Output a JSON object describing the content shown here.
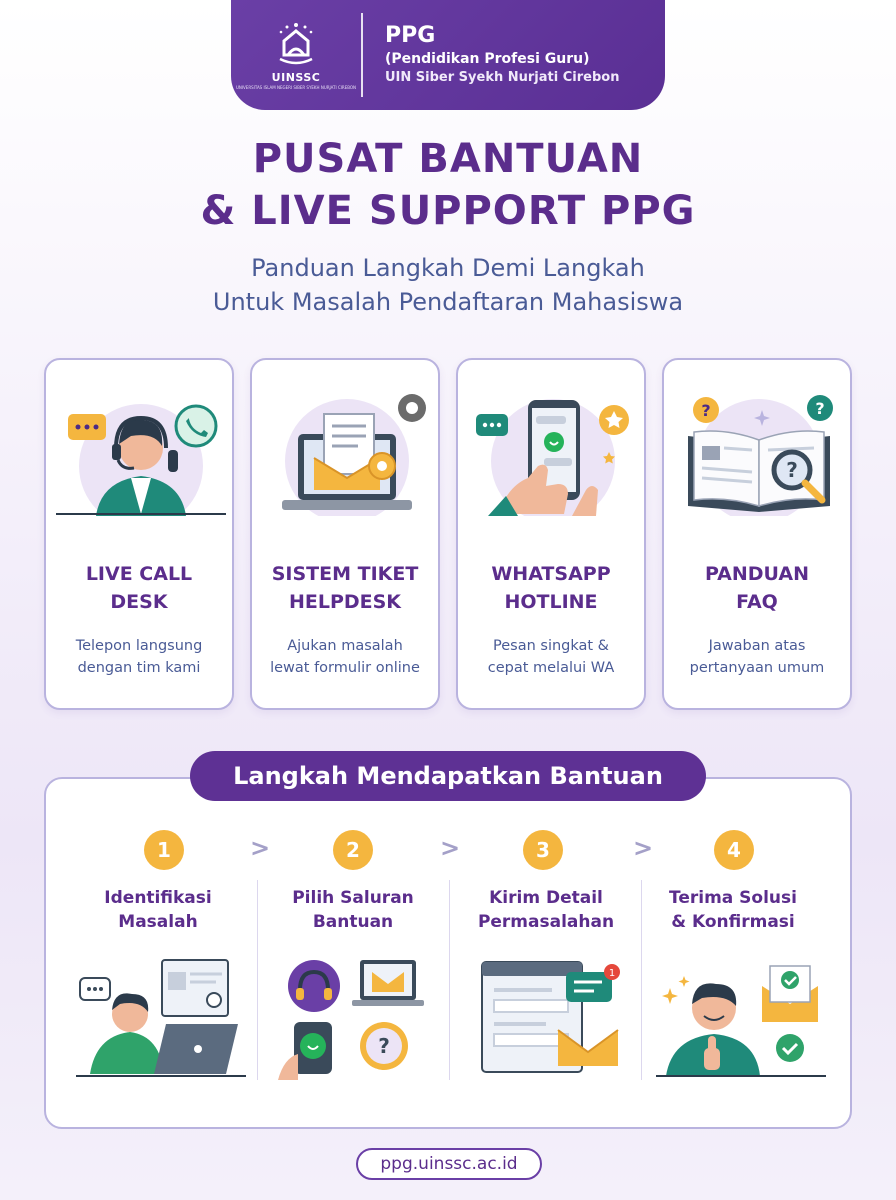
{
  "header": {
    "logo_text": "UINSSC",
    "logo_subtext": "UNIVERSITAS ISLAM NEGERI SIBER SYEKH NURJATI CIREBON",
    "program": "PPG",
    "program_full": "(Pendidikan Profesi Guru)",
    "institution": "UIN Siber Syekh Nurjati Cirebon"
  },
  "title": {
    "line1": "PUSAT BANTUAN",
    "line2": "& LIVE SUPPORT PPG"
  },
  "subtitle": {
    "line1": "Panduan Langkah Demi Langkah",
    "line2": "Untuk Masalah Pendaftaran Mahasiswa"
  },
  "cards": [
    {
      "title1": "LIVE CALL",
      "title2": "DESK",
      "desc1": "Telepon langsung",
      "desc2": "dengan tim kami",
      "icon": "headset-agent-icon"
    },
    {
      "title1": "SISTEM TIKET",
      "title2": "HELPDESK",
      "desc1": "Ajukan masalah",
      "desc2": "lewat formulir online",
      "icon": "laptop-ticket-icon"
    },
    {
      "title1": "WHATSAPP",
      "title2": "HOTLINE",
      "desc1": "Pesan singkat &",
      "desc2": "cepat melalui WA",
      "icon": "whatsapp-phone-icon"
    },
    {
      "title1": "PANDUAN",
      "title2": "FAQ",
      "desc1": "Jawaban atas",
      "desc2": "pertanyaan umum",
      "icon": "faq-book-icon"
    }
  ],
  "steps_heading": "Langkah Mendapatkan Bantuan",
  "steps": [
    {
      "num": "1",
      "title1": "Identifikasi",
      "title2": "Masalah"
    },
    {
      "num": "2",
      "title1": "Pilih Saluran",
      "title2": "Bantuan"
    },
    {
      "num": "3",
      "title1": "Kirim Detail",
      "title2": "Permasalahan"
    },
    {
      "num": "4",
      "title1": "Terima Solusi",
      "title2": "& Konfirmasi"
    }
  ],
  "arrow": ">",
  "footer_url": "ppg.uinssc.ac.id",
  "colors": {
    "primary": "#5e3194",
    "accent": "#f4b63f",
    "text_blue": "#4a5b96",
    "border": "#b9b3df",
    "teal": "#1f8a7a"
  }
}
